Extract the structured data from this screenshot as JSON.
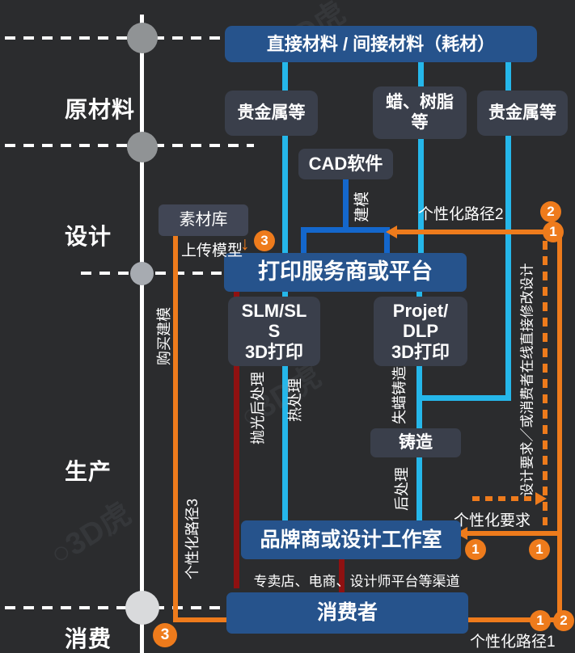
{
  "stages": {
    "raw_materials": "原材料",
    "design": "设计",
    "production": "生产",
    "consumption": "消费"
  },
  "boxes": {
    "materials_title": "直接材料 / 间接材料（耗材）",
    "precious_metal_left": "贵金属等",
    "wax_resin_line1": "蜡、树脂",
    "wax_resin_line2": "等",
    "precious_metal_right": "贵金属等",
    "cad_software": "CAD软件",
    "material_library": "素材库",
    "platform": "打印服务商或平台",
    "slm_line1": "SLM/SL",
    "slm_line2": "S",
    "slm_line3": "3D打印",
    "projet_line1": "Projet/",
    "projet_line2": "DLP",
    "projet_line3": "3D打印",
    "casting": "铸造",
    "brand_studio": "品牌商或设计工作室",
    "consumer": "消费者"
  },
  "edge_labels": {
    "modeling": "建模",
    "upload_model": "上传模型",
    "upload_arrow": "↓",
    "buy_modeling": "购买建模",
    "polish_post_processing": "抛光后处理",
    "heat_treatment": "热处理",
    "lost_wax_casting": "失蜡铸造",
    "post_processing": "后处理",
    "design_requirements": "设计要求／或消费者在线直接修改设计",
    "personalization_requirements": "个性化要求",
    "personalization_path1": "个性化路径1",
    "personalization_path2": "个性化路径2",
    "personalization_path3": "个性化路径3",
    "channels": "专卖店、电商、设计师平台等渠道"
  },
  "badges": {
    "one": "1",
    "two": "2",
    "three": "3"
  },
  "watermark": "○3D虎",
  "colors": {
    "background": "#2b2c2e",
    "box_blue": "#26538c",
    "box_gray": "#3a3f4b",
    "line_cyan": "#25b7ea",
    "line_royal_blue": "#1467cc",
    "line_dark_red": "#8f1111",
    "line_orange": "#ee7b1c",
    "axis_white": "#ffffff"
  }
}
